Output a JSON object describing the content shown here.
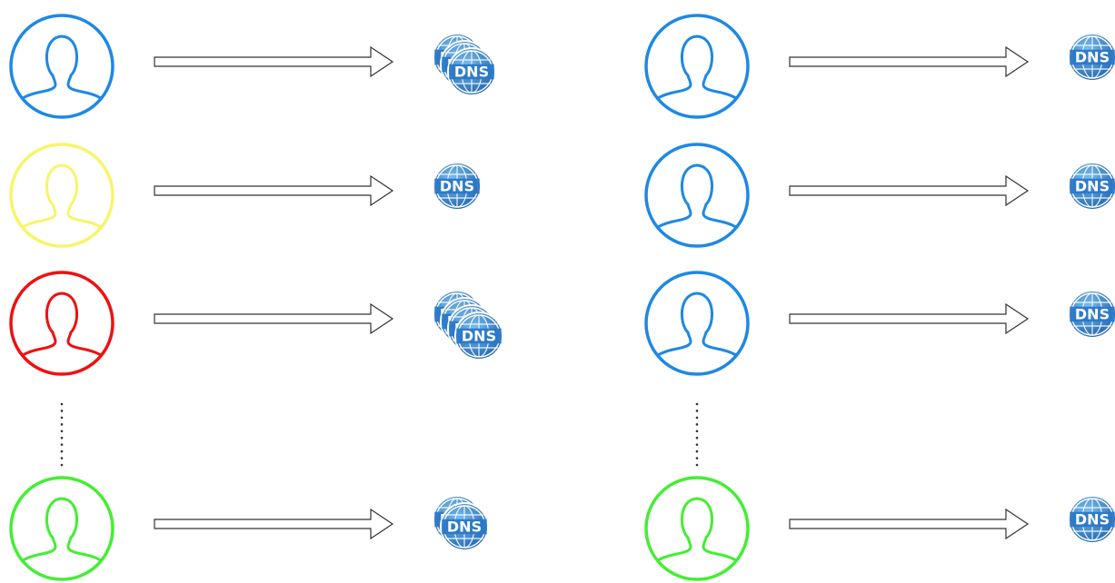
{
  "icon_label": "DNS",
  "colors": {
    "blue": "#1e88e5",
    "yellow": "#f7f56a",
    "red": "#ee1111",
    "green": "#44ee33",
    "dns_dark": "#1f63ad",
    "dns_light": "#63b0ec",
    "arrow_stroke": "#333333",
    "dots": "#333333"
  },
  "panels": [
    {
      "name": "left",
      "rows": [
        {
          "user_color": "blue",
          "dns_count": 3
        },
        {
          "user_color": "yellow",
          "dns_count": 1
        },
        {
          "user_color": "red",
          "dns_count": 4
        },
        {
          "ellipsis": true
        },
        {
          "user_color": "green",
          "dns_count": 2
        }
      ]
    },
    {
      "name": "right",
      "rows": [
        {
          "user_color": "blue",
          "dns_count": 1
        },
        {
          "user_color": "blue",
          "dns_count": 1
        },
        {
          "user_color": "blue",
          "dns_count": 1
        },
        {
          "ellipsis": true
        },
        {
          "user_color": "green",
          "dns_count": 1
        }
      ]
    }
  ]
}
